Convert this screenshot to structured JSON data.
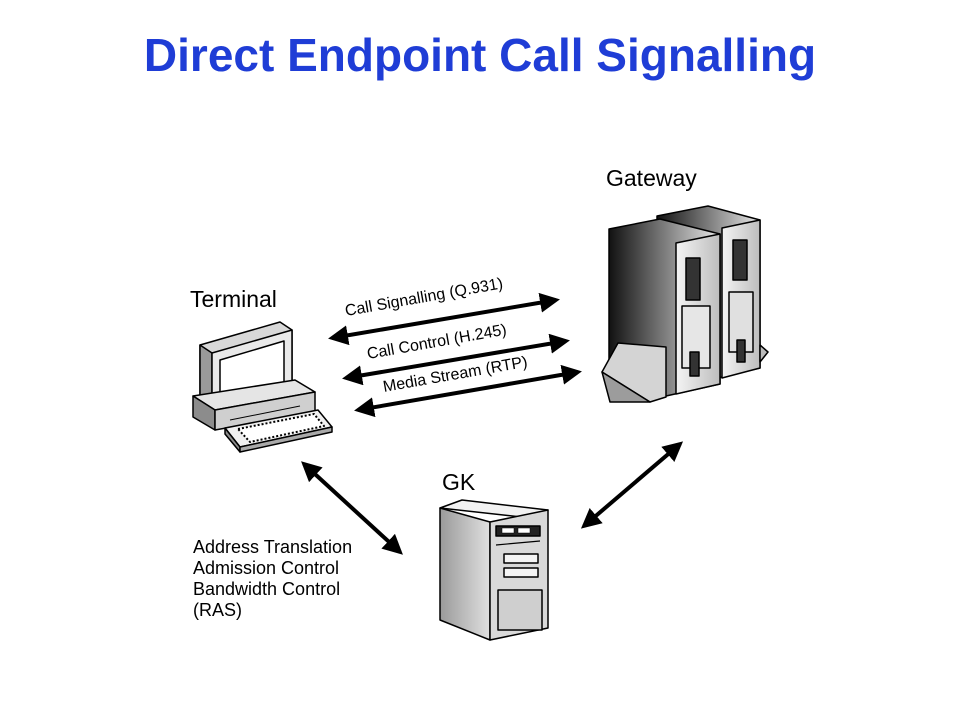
{
  "title": "Direct Endpoint Call Signalling",
  "nodes": {
    "terminal": "Terminal",
    "gateway": "Gateway",
    "gk": "GK"
  },
  "links": {
    "call_signalling": "Call Signalling (Q.931)",
    "call_control": "Call Control (H.245)",
    "media_stream": "Media Stream (RTP)"
  },
  "ras": {
    "line1": "Address Translation",
    "line2": "Admission Control",
    "line3": "Bandwidth Control",
    "line4": "(RAS)"
  },
  "colors": {
    "title": "#1f3dd6"
  }
}
